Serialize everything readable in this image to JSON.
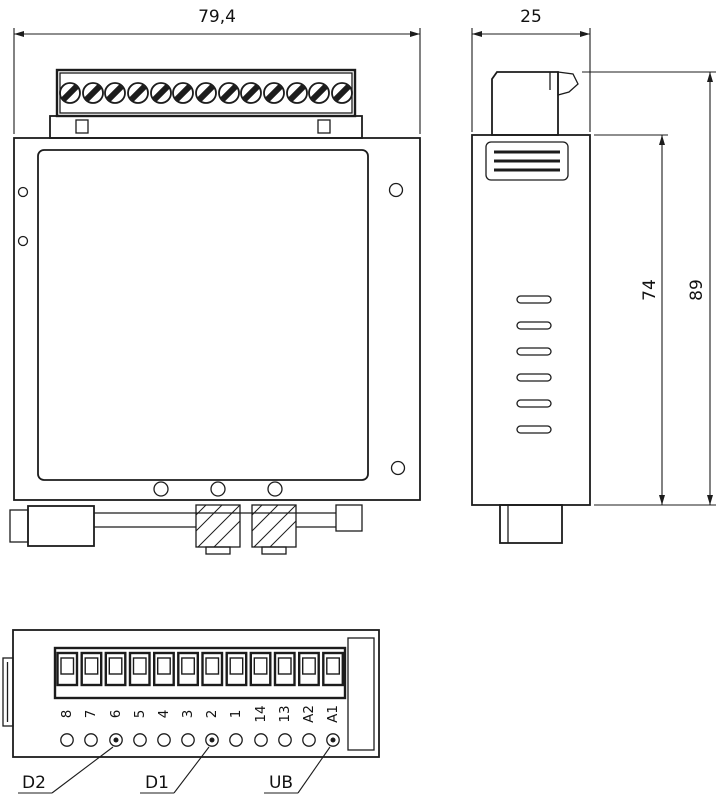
{
  "colors": {
    "background": "#ffffff",
    "line": "#1c1c1c",
    "latch_fill": "#d9d9d9"
  },
  "front_view": {
    "width_dimension": "79,4"
  },
  "side_view": {
    "width_dimension": "25",
    "body_height_dimension": "74",
    "total_height_dimension": "89"
  },
  "bottom_view": {
    "terminal_labels": [
      "8",
      "7",
      "6",
      "5",
      "4",
      "3",
      "2",
      "1",
      "14",
      "13",
      "A2",
      "A1"
    ],
    "callouts": [
      {
        "label": "D2",
        "points_to_terminal": "6"
      },
      {
        "label": "D1",
        "points_to_terminal": "2"
      },
      {
        "label": "UB",
        "points_to_terminal": "A1"
      }
    ]
  }
}
